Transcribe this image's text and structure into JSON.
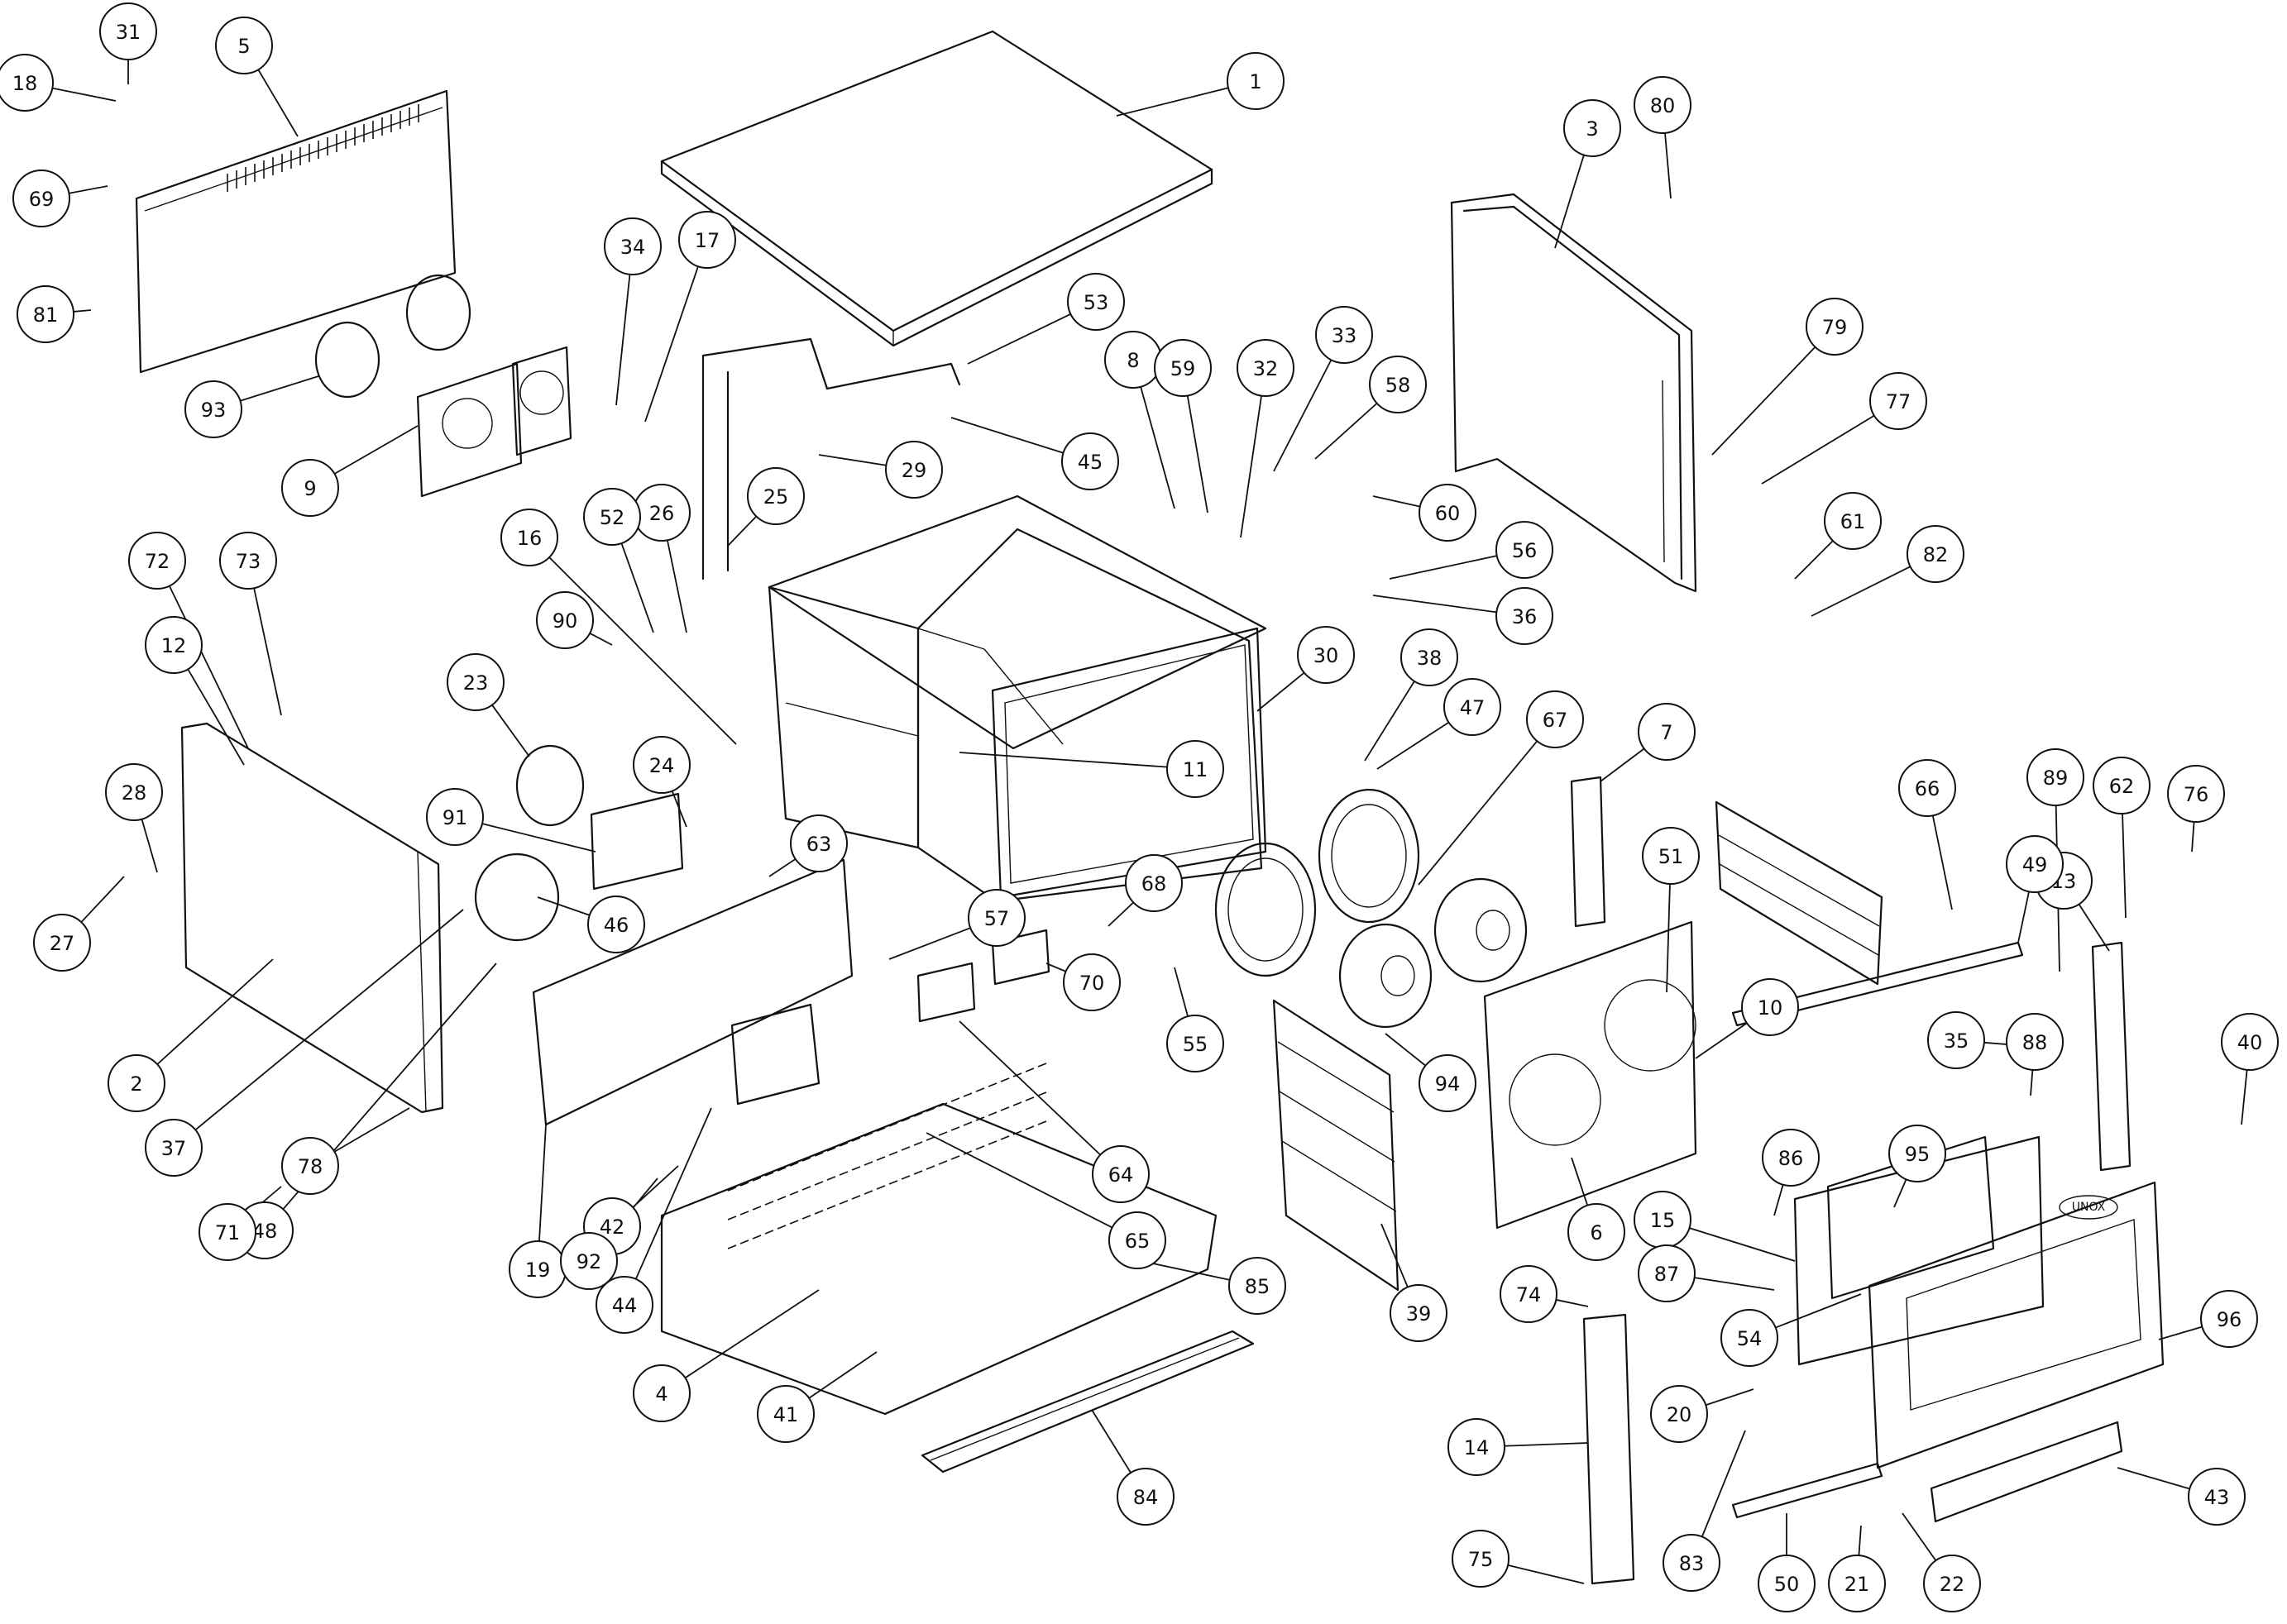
{
  "drawing": {
    "labels": [
      "1",
      "2",
      "3",
      "4",
      "5",
      "6",
      "7",
      "8",
      "9",
      "10",
      "11",
      "12",
      "13",
      "14",
      "15",
      "16",
      "17",
      "18",
      "19",
      "20",
      "21",
      "22",
      "23",
      "24",
      "25",
      "26",
      "27",
      "28",
      "29",
      "30",
      "31",
      "32",
      "33",
      "34",
      "35",
      "36",
      "37",
      "38",
      "39",
      "40",
      "41",
      "42",
      "43",
      "44",
      "45",
      "46",
      "47",
      "48",
      "49",
      "50",
      "51",
      "52",
      "53",
      "54",
      "55",
      "56",
      "57",
      "58",
      "59",
      "60",
      "61",
      "62",
      "63",
      "64",
      "65",
      "66",
      "67",
      "68",
      "69",
      "70",
      "71",
      "72",
      "73",
      "74",
      "75",
      "76",
      "77",
      "78",
      "79",
      "80",
      "81",
      "82",
      "83",
      "84",
      "85",
      "86",
      "87",
      "88",
      "89",
      "90",
      "91",
      "92",
      "93",
      "94",
      "95",
      "96"
    ],
    "brand_logo_text": "UNOX"
  }
}
